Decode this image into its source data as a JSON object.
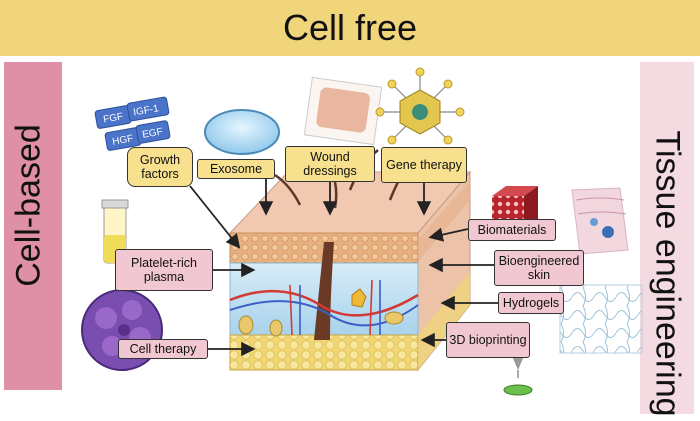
{
  "header": {
    "title": "Cell free"
  },
  "sidebars": {
    "left_label": "Cell-based",
    "right_label": "Tissue engineering"
  },
  "growth_factor_tags": [
    "FGF",
    "IGF-1",
    "HGF",
    "EGF"
  ],
  "cell_free_items": {
    "growth_factors": "Growth factors",
    "exosome": "Exosome",
    "wound_dressings": "Wound dressings",
    "gene_therapy": "Gene therapy"
  },
  "cell_based_items": {
    "platelet_rich_plasma": "Platelet-rich plasma",
    "cell_therapy": "Cell therapy"
  },
  "tissue_engineering_items": {
    "biomaterials": "Biomaterials",
    "bioengineered_skin": "Bioengineered skin",
    "hydrogels": "Hydrogels",
    "bioprinting": "3D bioprinting"
  },
  "colors": {
    "cell_free": "#f1d57a",
    "cell_based": "#df8fa6",
    "tissue_engineering": "#f3dbe1"
  }
}
